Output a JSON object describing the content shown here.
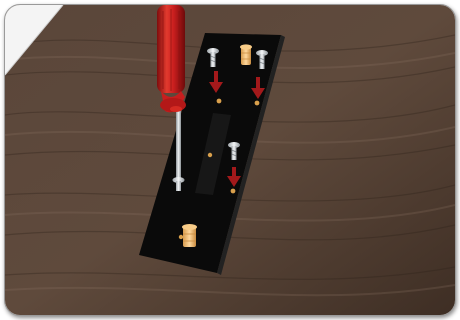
{
  "illustration": {
    "subject": "screwdriver-installing-bracket-screws",
    "palette": {
      "wood_dark": "#3a2a1f",
      "wood_mid": "#5e4839",
      "wood_light": "#7a6453",
      "bracket": "#0a0a0a",
      "screwdriver_handle": "#c81e1e",
      "screwdriver_shaft": "#c9ced3",
      "screw_silver": "#d9dde1",
      "anchor_tan": "#f2c07a",
      "arrow_red": "#a3191b",
      "wall_white": "#f4f4f4"
    },
    "arrows": [
      {
        "direction": "down"
      },
      {
        "direction": "down"
      },
      {
        "direction": "down"
      }
    ],
    "screws": [
      {
        "kind": "silver-screw"
      },
      {
        "kind": "silver-screw"
      },
      {
        "kind": "silver-screw"
      },
      {
        "kind": "screw-on-driver"
      }
    ],
    "anchors": [
      {
        "kind": "wall-anchor"
      },
      {
        "kind": "wall-anchor"
      }
    ]
  }
}
